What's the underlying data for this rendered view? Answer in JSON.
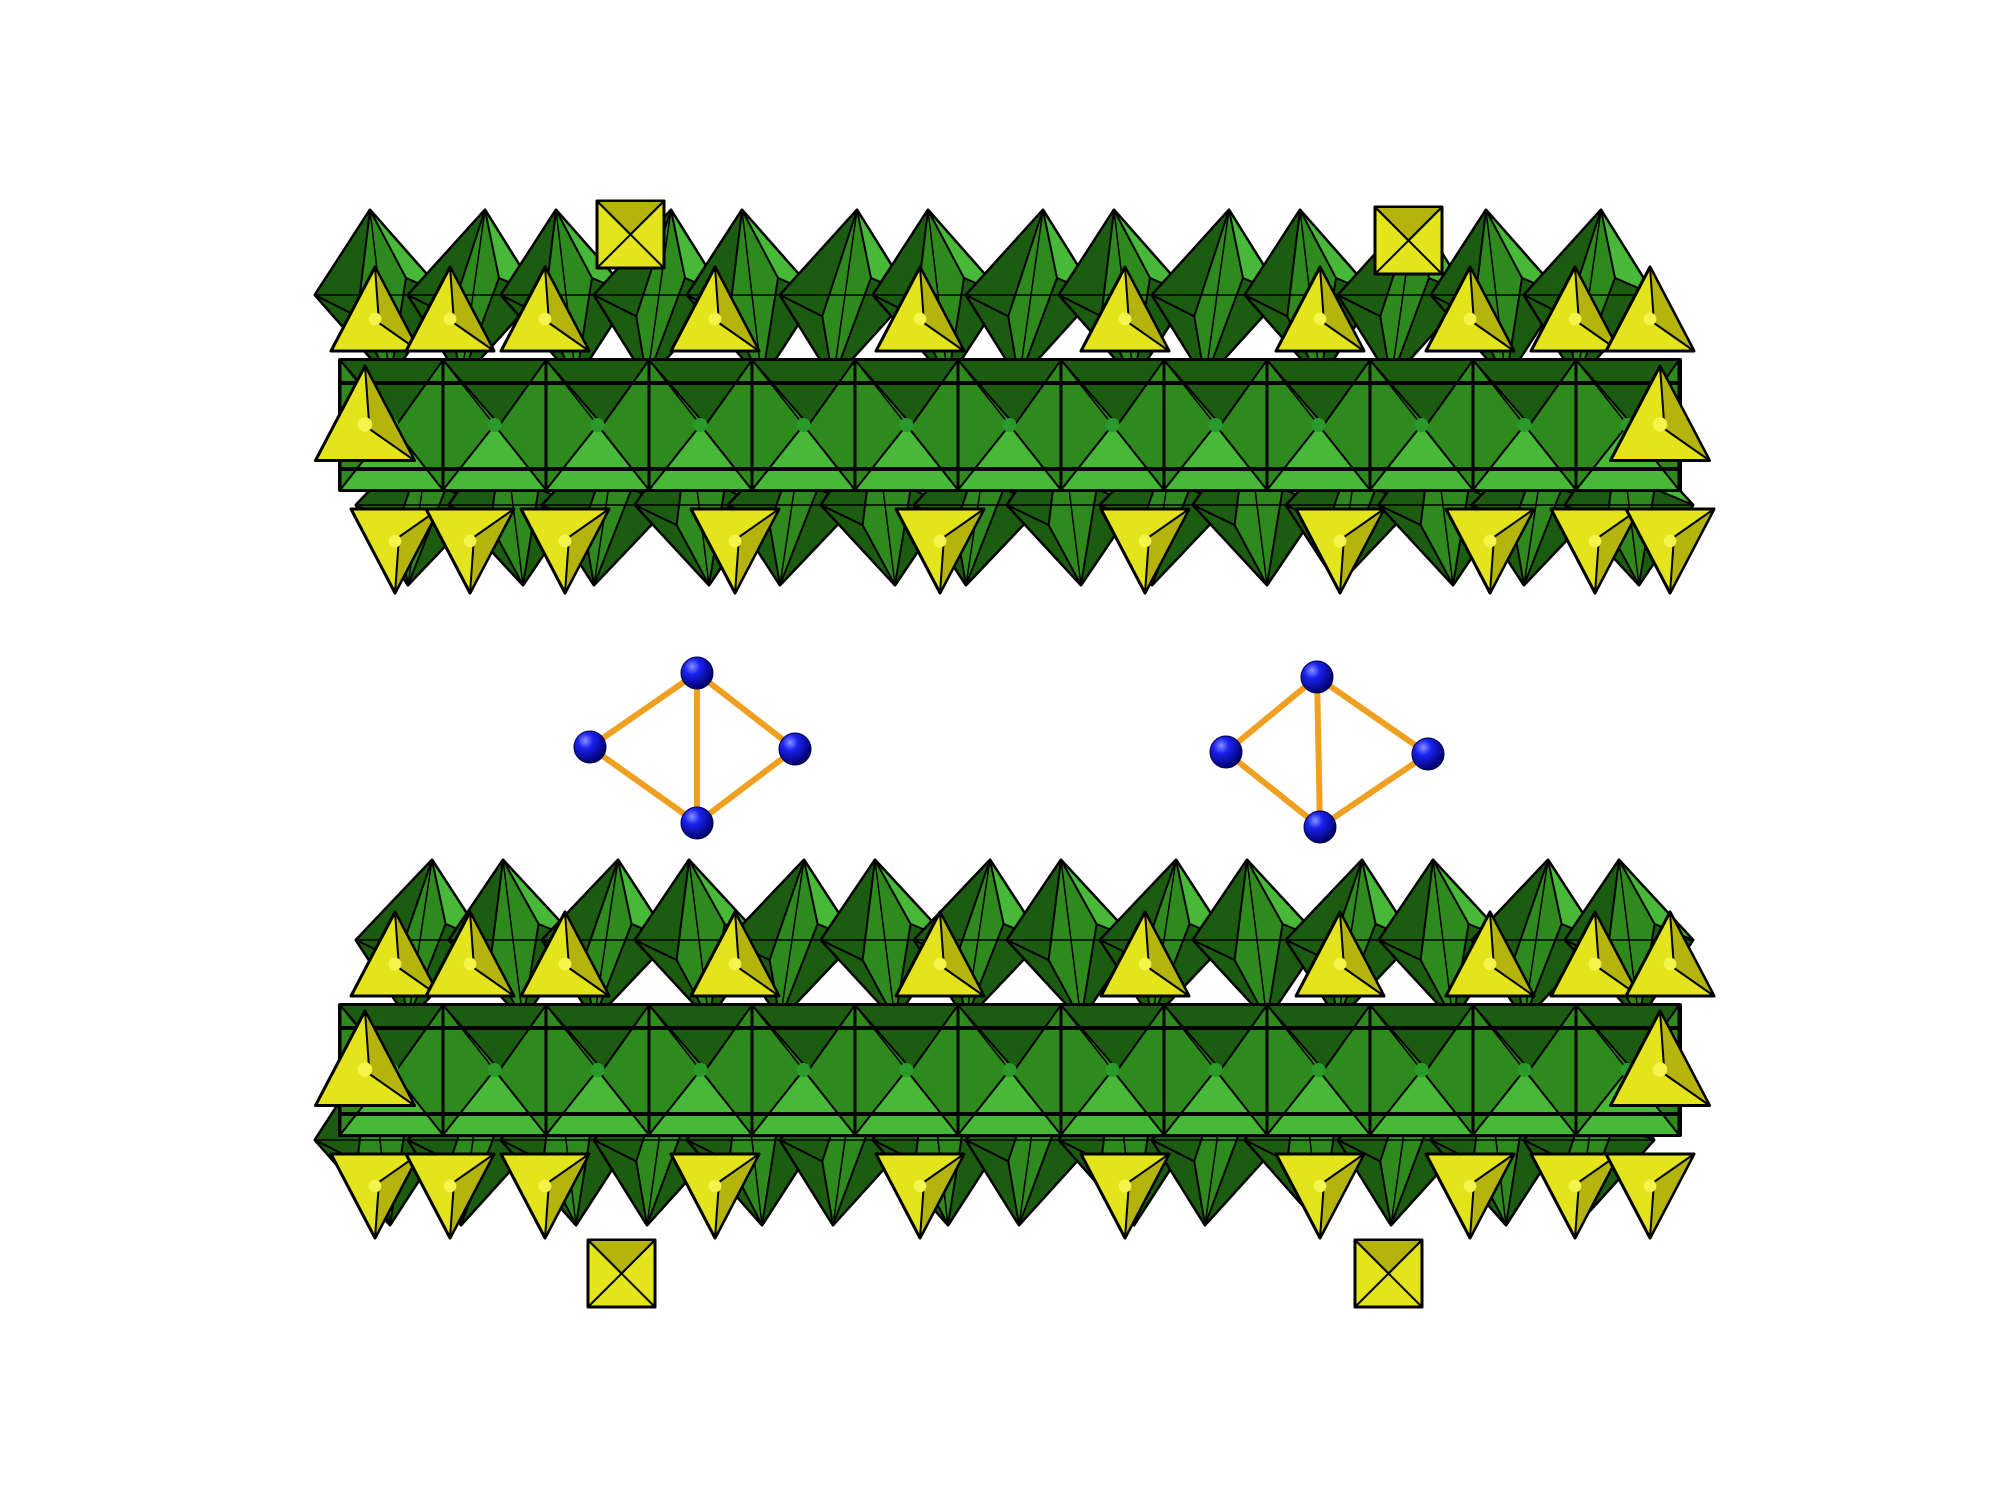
{
  "figure": {
    "background": "#ffffff",
    "colors": {
      "octahedron_dark": "#1c5c10",
      "octahedron_mid": "#2f8a1e",
      "octahedron_light": "#48b838",
      "tetrahedron": "#e4e41c",
      "tetrahedron_shade": "#b4b40c",
      "edge": "#000000",
      "atom": "#0a10d8",
      "bond": "#f0a020"
    },
    "polyhedral_layers": [
      {
        "name": "upper-layer",
        "octahedra": 40,
        "tetrahedra": 20,
        "cap_cubes": 2
      },
      {
        "name": "lower-layer",
        "octahedra": 40,
        "tetrahedra": 20,
        "cap_cubes": 2
      }
    ],
    "clusters": [
      {
        "name": "left-cluster",
        "atoms": 4,
        "bonds": 5
      },
      {
        "name": "right-cluster",
        "atoms": 4,
        "bonds": 5
      }
    ]
  }
}
